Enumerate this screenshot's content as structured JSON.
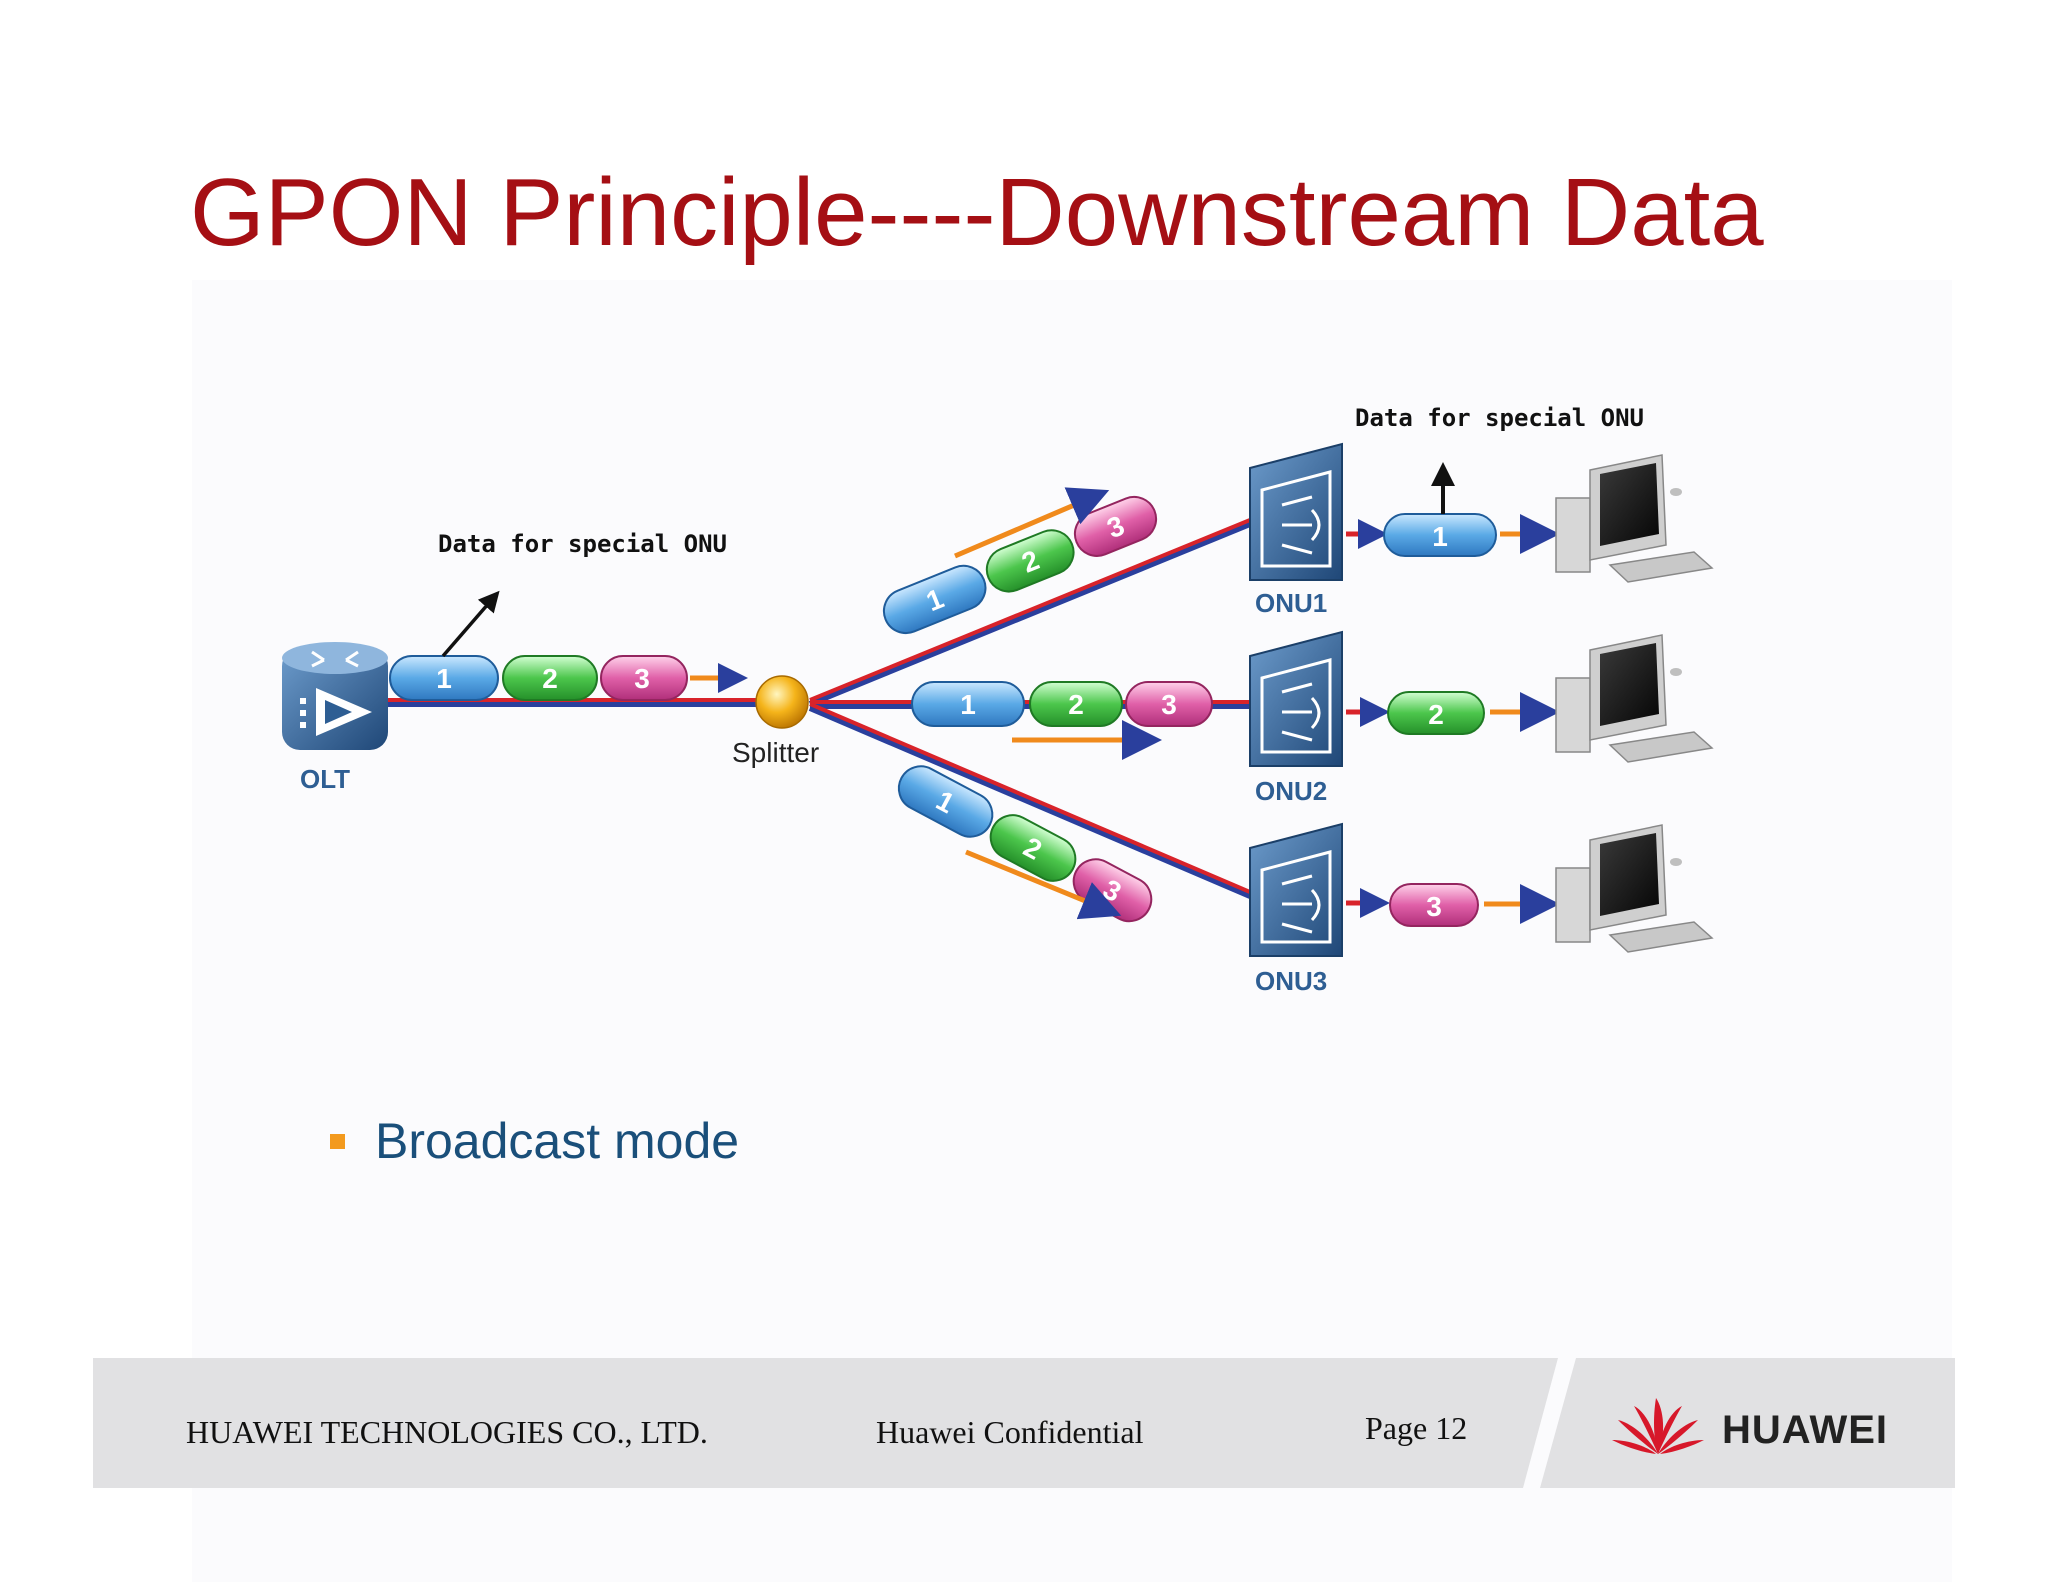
{
  "slide": {
    "title": "GPON Principle----Downstream Data",
    "bullet": "Broadcast mode"
  },
  "diagram": {
    "callout_top": "Data for special ONU",
    "callout_left": "Data for special ONU",
    "olt_label": "OLT",
    "splitter_label": "Splitter",
    "onu_labels": [
      "ONU1",
      "ONU2",
      "ONU3"
    ],
    "olt_packets": [
      "1",
      "2",
      "3"
    ],
    "branch1_packets": [
      "1",
      "2",
      "3"
    ],
    "branch2_packets": [
      "1",
      "2",
      "3"
    ],
    "branch3_packets": [
      "1",
      "2",
      "3"
    ],
    "delivered_packets": [
      "1",
      "2",
      "3"
    ],
    "colors": {
      "packet_1": "#5aa9e6",
      "packet_2": "#4cc64c",
      "packet_3": "#e060a8",
      "fiber_red": "#d8232a",
      "fiber_blue": "#2a3f9d",
      "arrow_orange": "#f08a1c",
      "device_blue": "#2e5e93"
    }
  },
  "footer": {
    "company": "HUAWEI TECHNOLOGIES CO., LTD.",
    "confidential": "Huawei Confidential",
    "page": "Page 12",
    "brand": "HUAWEI"
  }
}
